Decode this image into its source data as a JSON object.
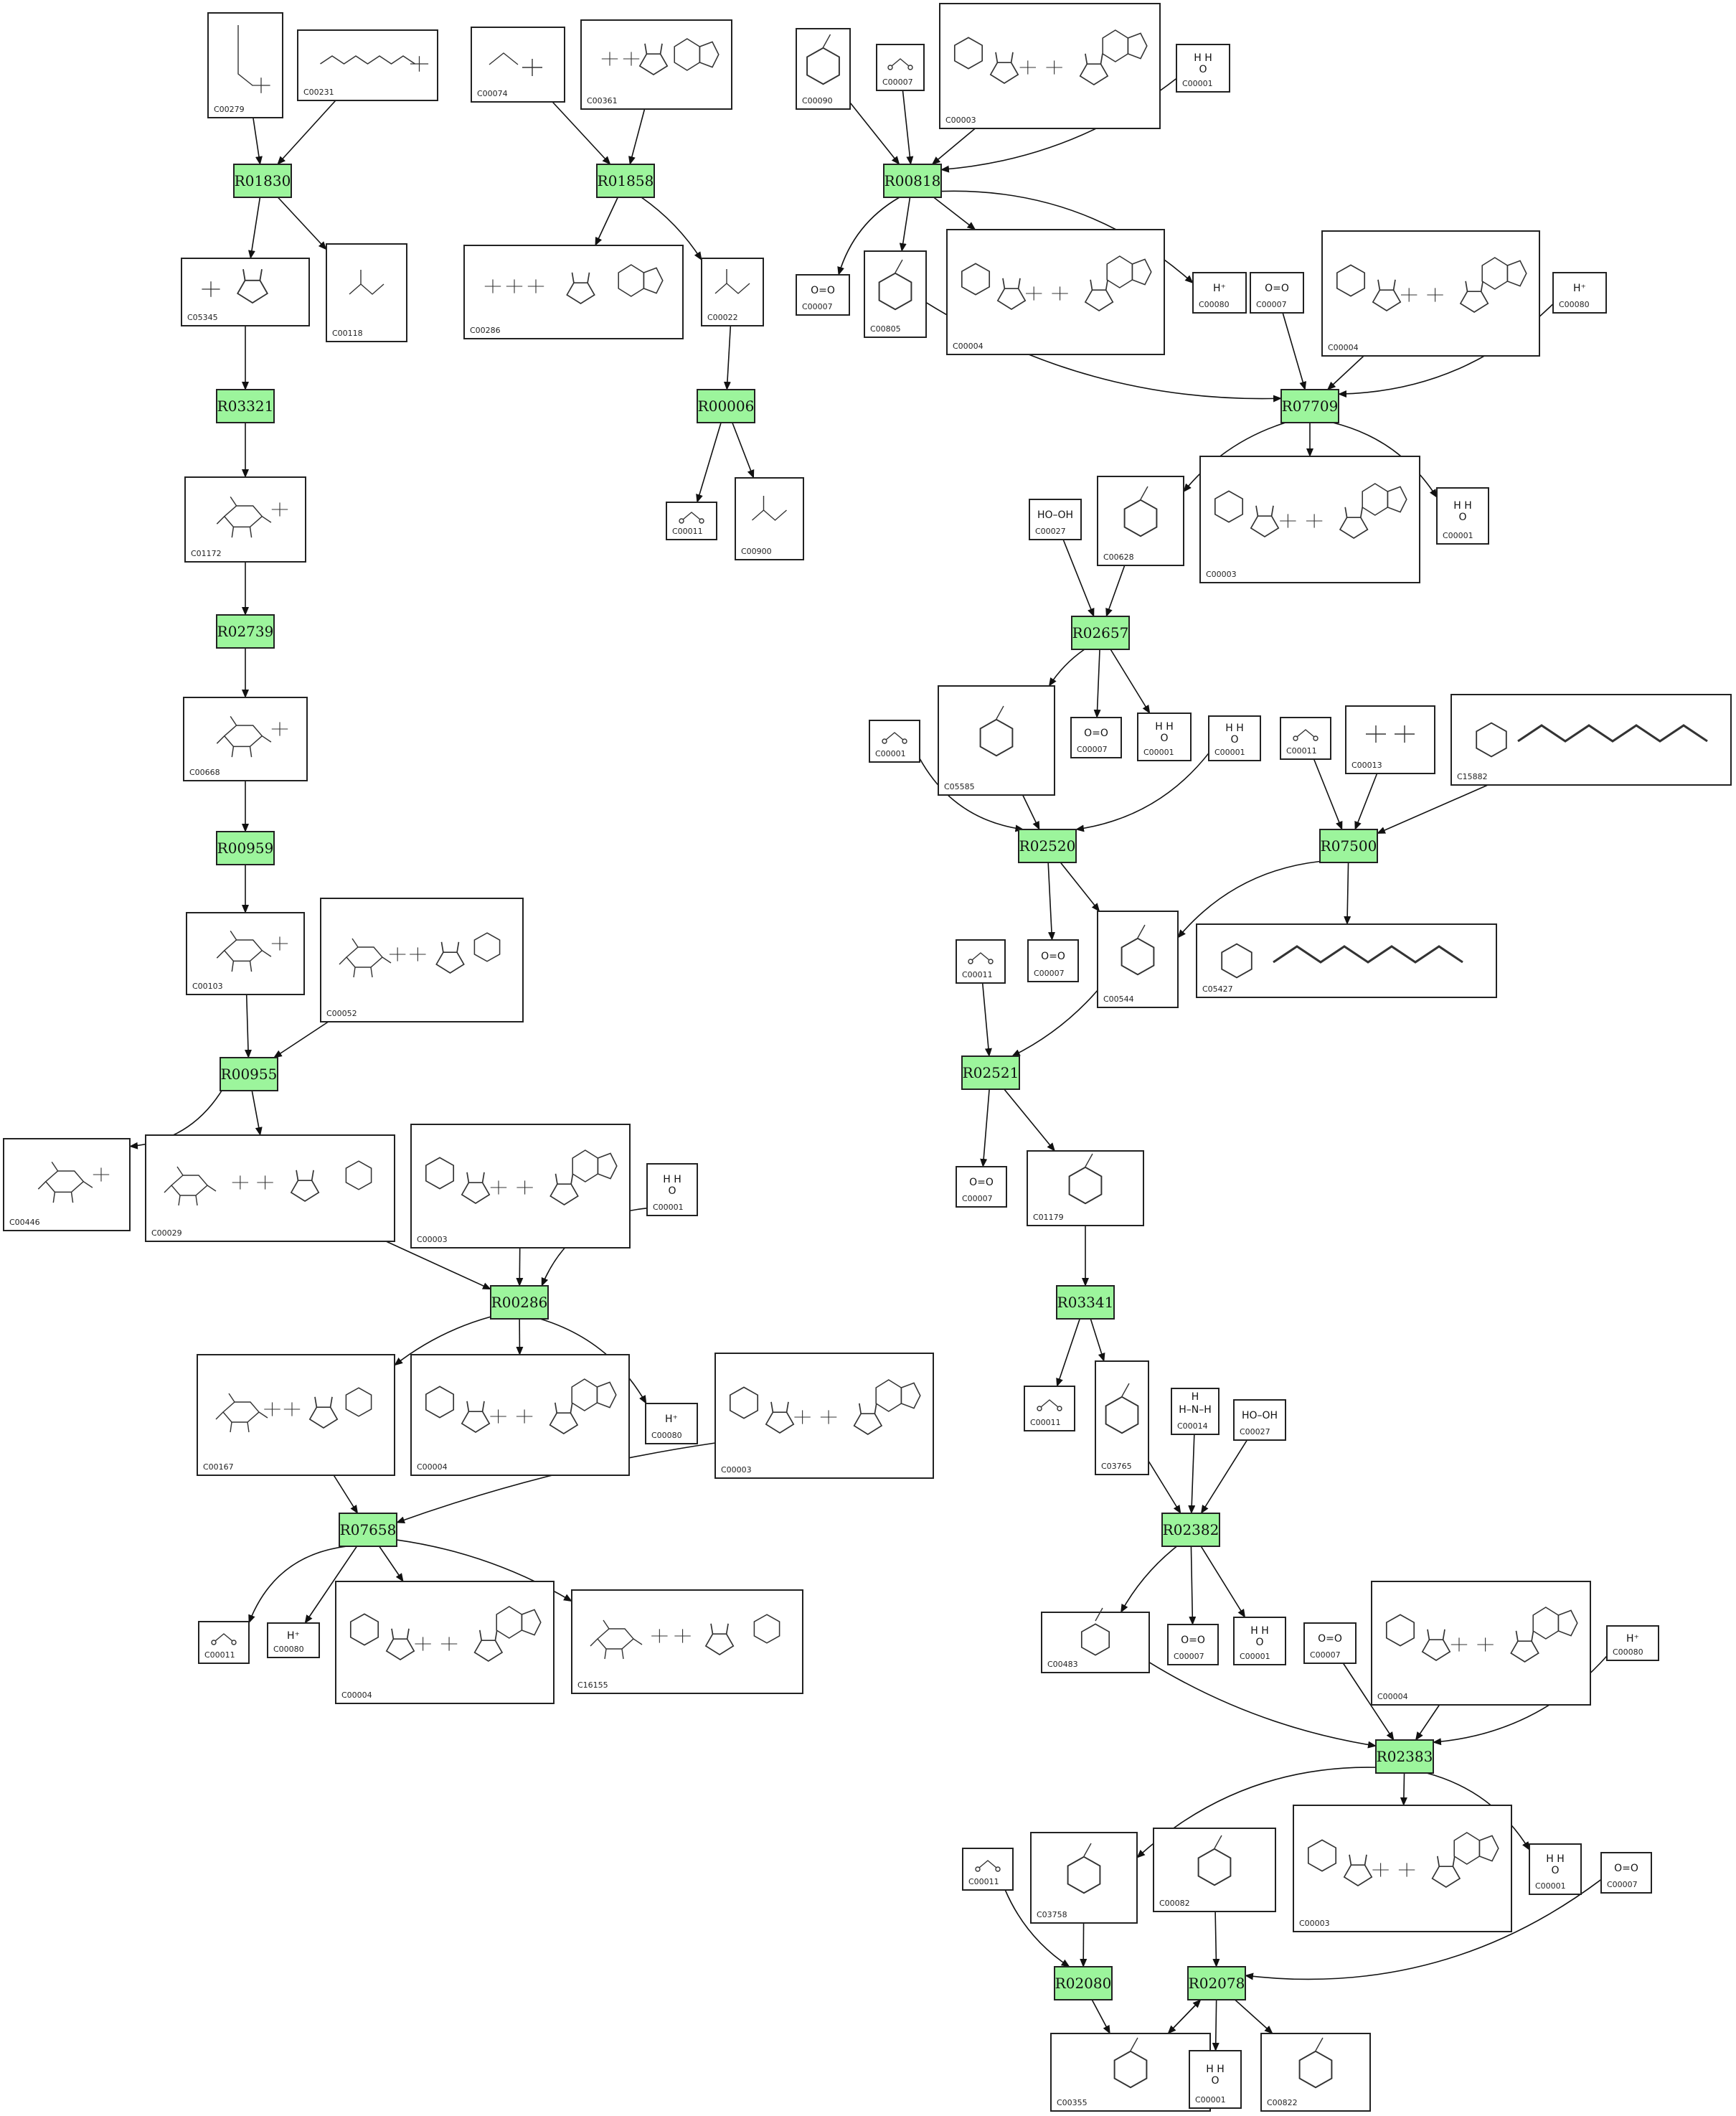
{
  "compounds": [
    {
      "id": "C00279"
    },
    {
      "id": "C00231"
    },
    {
      "id": "C05345"
    },
    {
      "id": "C00118"
    },
    {
      "id": "C01172"
    },
    {
      "id": "C00668"
    },
    {
      "id": "C00103"
    },
    {
      "id": "C00052"
    },
    {
      "id": "C00446"
    },
    {
      "id": "C00029"
    },
    {
      "id": "C00003"
    },
    {
      "id": "C00001"
    },
    {
      "id": "C00074"
    },
    {
      "id": "C00361"
    },
    {
      "id": "C00286"
    },
    {
      "id": "C00022"
    },
    {
      "id": "C00011"
    },
    {
      "id": "C00900"
    },
    {
      "id": "C00090"
    },
    {
      "id": "C00007"
    },
    {
      "id": "C00805"
    },
    {
      "id": "C00004"
    },
    {
      "id": "C00080"
    },
    {
      "id": "C00027"
    },
    {
      "id": "C00628"
    },
    {
      "id": "C05585"
    },
    {
      "id": "C00013"
    },
    {
      "id": "C15882"
    },
    {
      "id": "C00544"
    },
    {
      "id": "C05427"
    },
    {
      "id": "C01179"
    },
    {
      "id": "C03765"
    },
    {
      "id": "C00014"
    },
    {
      "id": "C00483"
    },
    {
      "id": "C00167"
    },
    {
      "id": "C16155"
    },
    {
      "id": "C03758"
    },
    {
      "id": "C00082"
    },
    {
      "id": "C00355"
    },
    {
      "id": "C00822"
    }
  ],
  "reactions": [
    {
      "id": "R01830"
    },
    {
      "id": "R03321"
    },
    {
      "id": "R02739"
    },
    {
      "id": "R00959"
    },
    {
      "id": "R00955"
    },
    {
      "id": "R00286"
    },
    {
      "id": "R07658"
    },
    {
      "id": "R01858"
    },
    {
      "id": "R00006"
    },
    {
      "id": "R00818"
    },
    {
      "id": "R07709"
    },
    {
      "id": "R02657"
    },
    {
      "id": "R02520"
    },
    {
      "id": "R07500"
    },
    {
      "id": "R02521"
    },
    {
      "id": "R03341"
    },
    {
      "id": "R02382"
    },
    {
      "id": "R02383"
    },
    {
      "id": "R02080"
    },
    {
      "id": "R02078"
    }
  ],
  "formula_text": {
    "water": "H  H",
    "water_o": "O",
    "oxygen": "O=O",
    "proton": "H⁺",
    "peroxide": "HO–OH",
    "ammonia": "H–N–H",
    "ammonia_h": "H"
  }
}
